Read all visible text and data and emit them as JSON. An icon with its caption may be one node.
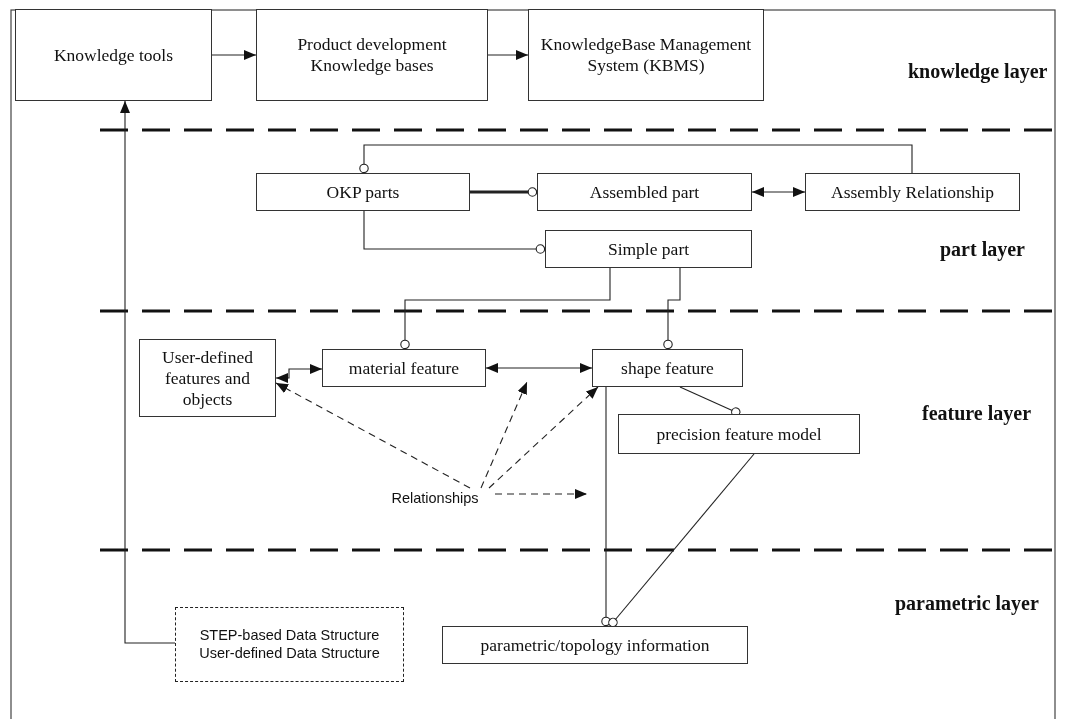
{
  "diagram": {
    "nodes": [
      {
        "text": [
          "Knowledge tools"
        ]
      },
      {
        "text": [
          "Product development Knowledge bases"
        ]
      },
      {
        "text": [
          "KnowledgeBase Management System (KBMS)"
        ]
      },
      {
        "text": [
          "OKP parts"
        ]
      },
      {
        "text": [
          "Assembled part"
        ]
      },
      {
        "text": [
          "Assembly Relationship"
        ]
      },
      {
        "text": [
          "Simple part"
        ]
      },
      {
        "text": [
          "User-defined features and objects"
        ]
      },
      {
        "text": [
          "material feature"
        ]
      },
      {
        "text": [
          "shape feature"
        ]
      },
      {
        "text": [
          "precision feature model"
        ]
      },
      {
        "text": [
          "STEP-based Data Structure",
          "User-defined Data Structure"
        ]
      },
      {
        "text": [
          "parametric/topology information"
        ]
      },
      {
        "text": [
          "Relationships"
        ]
      }
    ],
    "edges": [
      {
        "from": 0,
        "to": 1,
        "arrow": "to"
      },
      {
        "from": 1,
        "to": 2,
        "arrow": "to"
      },
      {
        "from": 11,
        "to": 0,
        "arrow": "to"
      },
      {
        "from": 5,
        "to": 3,
        "arrow": "other"
      },
      {
        "from": 3,
        "to": 4,
        "arrow": "other",
        "style": "thick"
      },
      {
        "from": 4,
        "to": 5,
        "arrow": "both"
      },
      {
        "from": 3,
        "to": 6,
        "arrow": "other"
      },
      {
        "from": 6,
        "to": 8,
        "arrow": "other"
      },
      {
        "from": 6,
        "to": 9,
        "arrow": "other"
      },
      {
        "from": 7,
        "to": 8,
        "arrow": "both"
      },
      {
        "from": 8,
        "to": 9,
        "arrow": "both"
      },
      {
        "from": 9,
        "to": 10,
        "arrow": "other"
      },
      {
        "from": 9,
        "to": 12,
        "arrow": "other"
      },
      {
        "from": 10,
        "to": 12,
        "arrow": "other"
      },
      {
        "from": 13,
        "to": 7,
        "arrow": "to",
        "style": "dashed"
      },
      {
        "from": 13,
        "to": null,
        "arrow": "to",
        "style": "dashed"
      },
      {
        "from": 13,
        "to": 9,
        "arrow": "to",
        "style": "dashed"
      },
      {
        "from": 13,
        "to": null,
        "arrow": "to",
        "style": "dashed"
      }
    ],
    "labels": [
      "knowledge layer",
      "part layer",
      "feature layer",
      "parametric layer"
    ]
  }
}
